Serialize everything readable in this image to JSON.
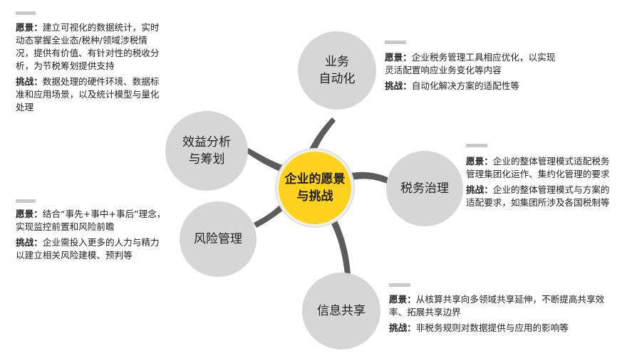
{
  "center": {
    "label": "企业的愿景\n与挑战",
    "color": "#ffd21e"
  },
  "nodes": {
    "automation": {
      "label": "业务\n自动化"
    },
    "benefit": {
      "label": "效益分析\n与筹划"
    },
    "governance": {
      "label": "税务治理"
    },
    "risk": {
      "label": "风险管理"
    },
    "sharing": {
      "label": "信息共享"
    }
  },
  "blocks": {
    "benefit": {
      "vision_key": "愿景：",
      "vision": "建立可视化的数据统计，实时动态掌握全业态/税种/领域涉税情况，提供有价值、有针对性的税收分析，为节税筹划提供支持",
      "challenge_key": "挑战：",
      "challenge": "数据处理的硬件环境、数据标准和应用场景，以及统计模型与量化处理"
    },
    "automation": {
      "vision_key": "愿景：",
      "vision": "企业税务管理工具相应优化，以实现灵活配置响应业务变化等内容",
      "challenge_key": "挑战：",
      "challenge": "自动化解决方案的适配性等"
    },
    "governance": {
      "vision_key": "愿景：",
      "vision": "企业的整体管理模式适配税务管理集团化运作、集约化管理的要求",
      "challenge_key": "挑战：",
      "challenge": "企业的整体管理模式与方案的适配要求，如集团所涉及各国税制等"
    },
    "risk": {
      "vision_key": "愿景：",
      "vision": "结合“事先+事中+事后”理念，实现监控前置和风险前瞻",
      "challenge_key": "挑战：",
      "challenge": "企业需投入更多的人力与精力以建立相关风险建模、预判等"
    },
    "sharing": {
      "vision_key": "愿景：",
      "vision": "从核算共享向多领域共享延伸，不断提高共享效率、拓展共享边界",
      "challenge_key": "挑战：",
      "challenge": "非税务规则对数据提供与应用的影响等"
    }
  }
}
